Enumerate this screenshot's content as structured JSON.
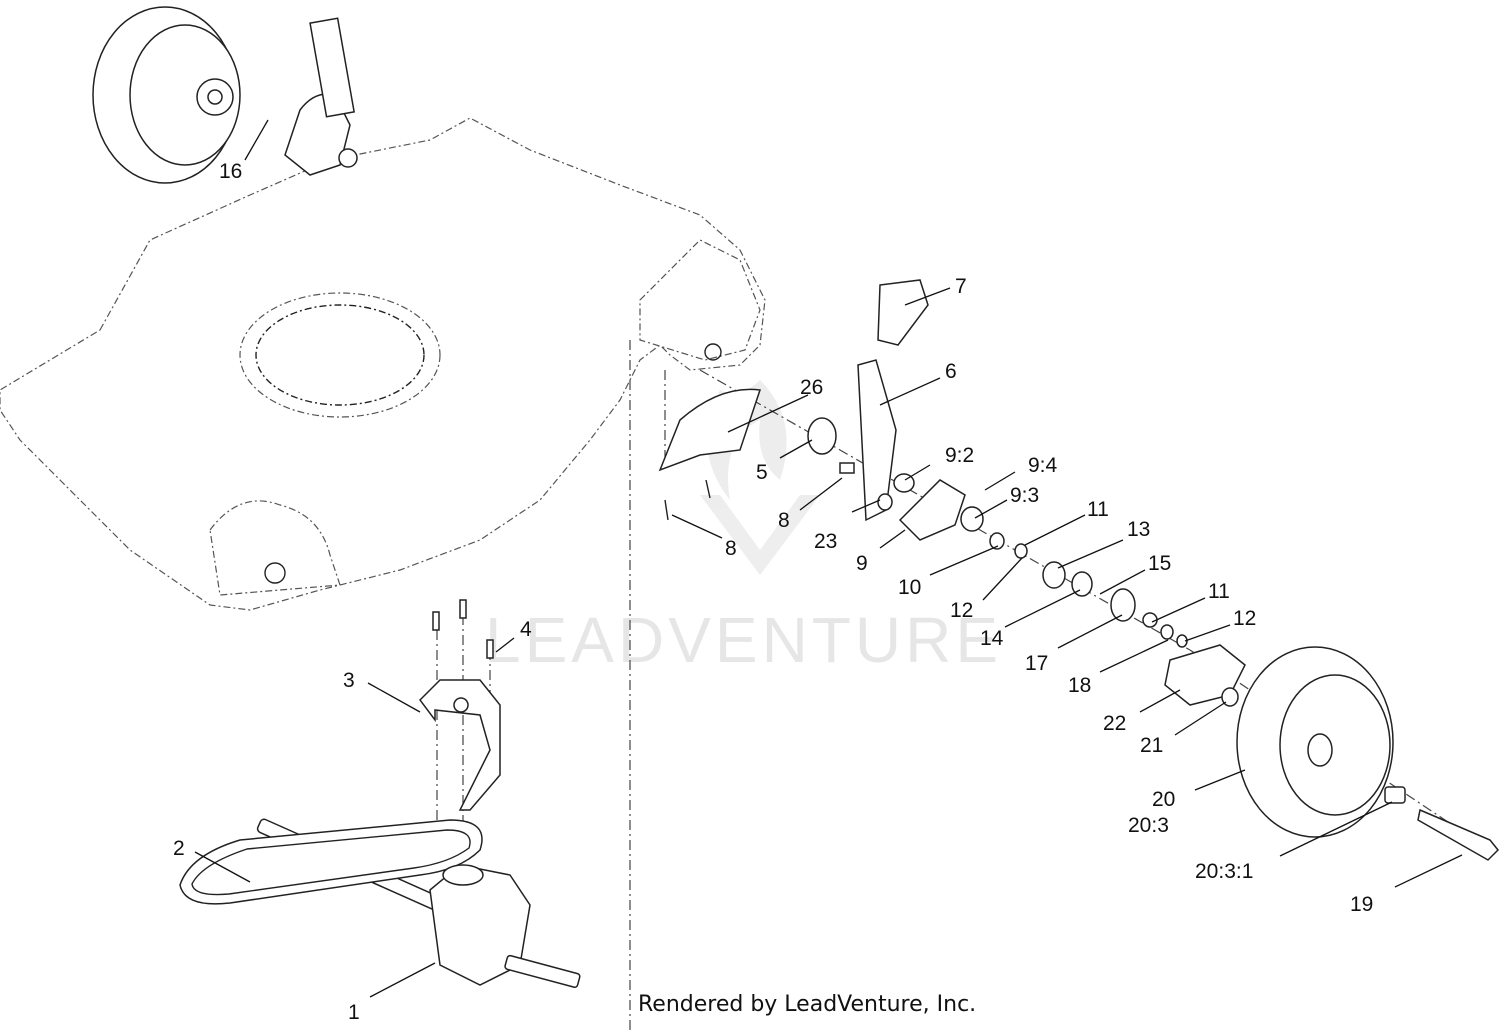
{
  "diagram": {
    "watermark": "LEADVENTURE",
    "credit": "Rendered by LeadVenture, Inc.",
    "callouts": [
      {
        "id": "c1",
        "text": "1"
      },
      {
        "id": "c2",
        "text": "2"
      },
      {
        "id": "c3",
        "text": "3"
      },
      {
        "id": "c4",
        "text": "4"
      },
      {
        "id": "c5",
        "text": "5"
      },
      {
        "id": "c6",
        "text": "6"
      },
      {
        "id": "c7",
        "text": "7"
      },
      {
        "id": "c8a",
        "text": "8"
      },
      {
        "id": "c8b",
        "text": "8"
      },
      {
        "id": "c9",
        "text": "9"
      },
      {
        "id": "c9_2",
        "text": "9:2"
      },
      {
        "id": "c9_3",
        "text": "9:3"
      },
      {
        "id": "c9_4",
        "text": "9:4"
      },
      {
        "id": "c10",
        "text": "10"
      },
      {
        "id": "c11a",
        "text": "11"
      },
      {
        "id": "c11b",
        "text": "11"
      },
      {
        "id": "c12a",
        "text": "12"
      },
      {
        "id": "c12b",
        "text": "12"
      },
      {
        "id": "c13",
        "text": "13"
      },
      {
        "id": "c14",
        "text": "14"
      },
      {
        "id": "c15",
        "text": "15"
      },
      {
        "id": "c16",
        "text": "16"
      },
      {
        "id": "c17",
        "text": "17"
      },
      {
        "id": "c18",
        "text": "18"
      },
      {
        "id": "c19",
        "text": "19"
      },
      {
        "id": "c20",
        "text": "20"
      },
      {
        "id": "c20_3",
        "text": "20:3"
      },
      {
        "id": "c20_3_1",
        "text": "20:3:1"
      },
      {
        "id": "c21",
        "text": "21"
      },
      {
        "id": "c22",
        "text": "22"
      },
      {
        "id": "c23",
        "text": "23"
      },
      {
        "id": "c26",
        "text": "26"
      }
    ]
  }
}
